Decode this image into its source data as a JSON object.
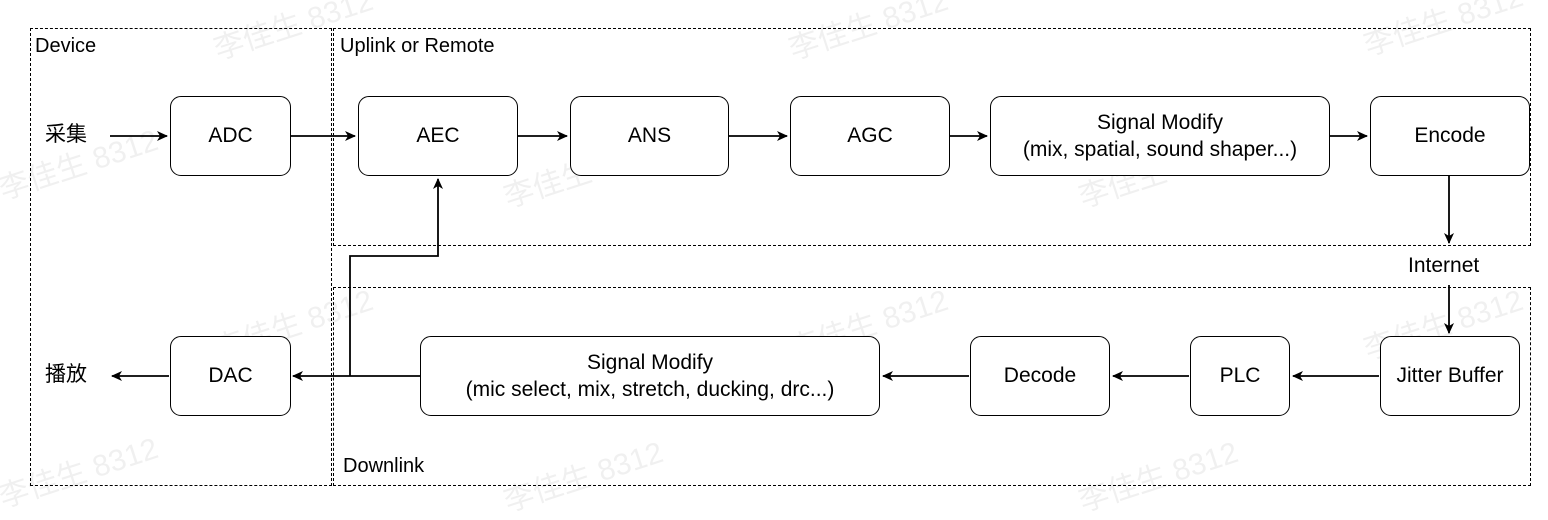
{
  "regions": {
    "device": "Device",
    "uplink": "Uplink or Remote",
    "downlink": "Downlink"
  },
  "labels": {
    "capture": "采集",
    "playback": "播放",
    "internet": "Internet"
  },
  "nodes": {
    "adc": "ADC",
    "aec": "AEC",
    "ans": "ANS",
    "agc": "AGC",
    "signal_modify_up": [
      "Signal Modify",
      "(mix, spatial, sound shaper...)"
    ],
    "encode": "Encode",
    "jitter_buffer": "Jitter Buffer",
    "plc": "PLC",
    "decode": "Decode",
    "signal_modify_down": [
      "Signal Modify",
      "(mic select, mix, stretch,  ducking, drc...)"
    ],
    "dac": "DAC"
  },
  "watermark": "李佳生 8312"
}
